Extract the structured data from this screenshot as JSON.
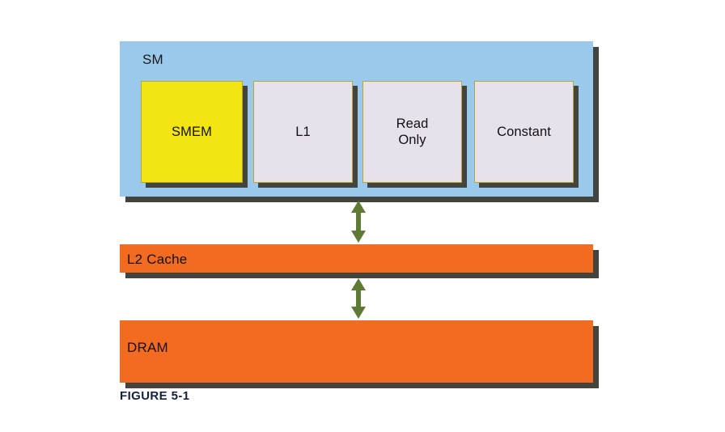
{
  "figure": {
    "caption": "FIGURE 5-1",
    "background": "#ffffff"
  },
  "sm": {
    "label": "SM",
    "fill": "#9ac9eb",
    "shadow": "#44443f",
    "boxes": [
      {
        "label": "SMEM",
        "fill": "#f2e513",
        "border": "#b3a63b",
        "name": "smem"
      },
      {
        "label": "L1",
        "fill": "#e7e1ec",
        "border": "#b3a63b",
        "name": "l1"
      },
      {
        "label": "Read\nOnly",
        "fill": "#e7e1ec",
        "border": "#b3a63b",
        "name": "read-only"
      },
      {
        "label": "Constant",
        "fill": "#e7e1ec",
        "border": "#b3a63b",
        "name": "constant"
      }
    ]
  },
  "bars": [
    {
      "label": "L2 Cache",
      "fill": "#f26b21",
      "shadow": "#44443f",
      "name": "l2-cache"
    },
    {
      "label": "DRAM",
      "fill": "#f26b21",
      "shadow": "#44443f",
      "name": "dram"
    }
  ],
  "arrows": [
    {
      "name": "sm-to-l2-arrow",
      "direction": "double-vertical",
      "color": "#5f7a35"
    },
    {
      "name": "l2-to-dram-arrow",
      "direction": "double-vertical",
      "color": "#5f7a35"
    }
  ],
  "colors": {
    "blue": "#9ac9eb",
    "yellow": "#f2e513",
    "lavender": "#e7e1ec",
    "orange": "#f26b21",
    "olive_border": "#b3a63b",
    "arrow_green": "#5f7a35",
    "shadow_gray": "#44443f",
    "caption_navy": "#16213c",
    "text_black": "#111111"
  }
}
